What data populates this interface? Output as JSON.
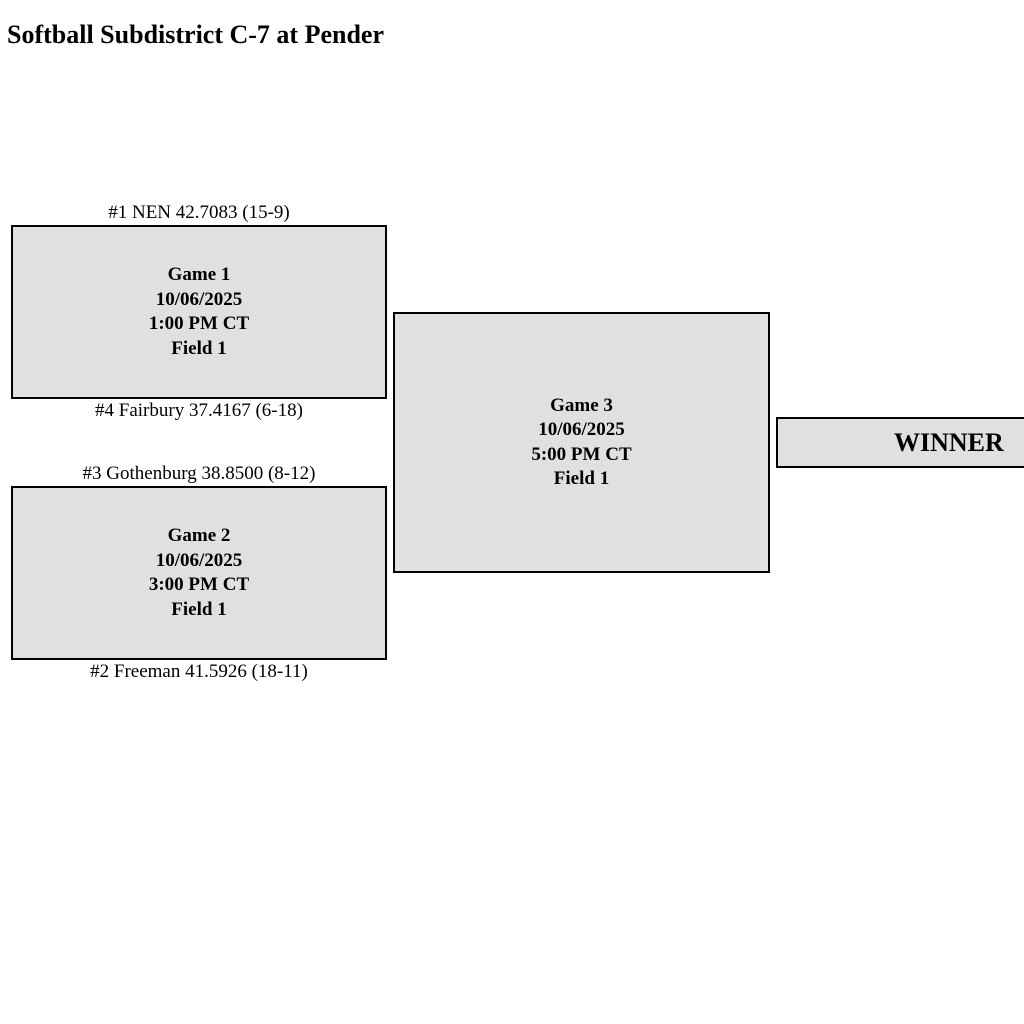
{
  "page": {
    "title": "Softball Subdistrict C-7 at Pender"
  },
  "bracket": {
    "teams": {
      "team_1": "#1 NEN 42.7083 (15-9)",
      "team_4": "#4 Fairbury 37.4167 (6-18)",
      "team_3": "#3 Gothenburg 38.8500 (8-12)",
      "team_2": "#2 Freeman 41.5926 (18-11)"
    },
    "games": [
      {
        "name": "Game 1",
        "date": "10/06/2025",
        "time": "1:00 PM CT",
        "field": "Field 1"
      },
      {
        "name": "Game 2",
        "date": "10/06/2025",
        "time": "3:00 PM CT",
        "field": "Field 1"
      },
      {
        "name": "Game 3",
        "date": "10/06/2025",
        "time": "5:00 PM CT",
        "field": "Field 1"
      }
    ],
    "winner_label": "WINNER"
  },
  "colors": {
    "box_fill": "#e0e0e0",
    "box_border": "#000000",
    "background": "#ffffff"
  }
}
